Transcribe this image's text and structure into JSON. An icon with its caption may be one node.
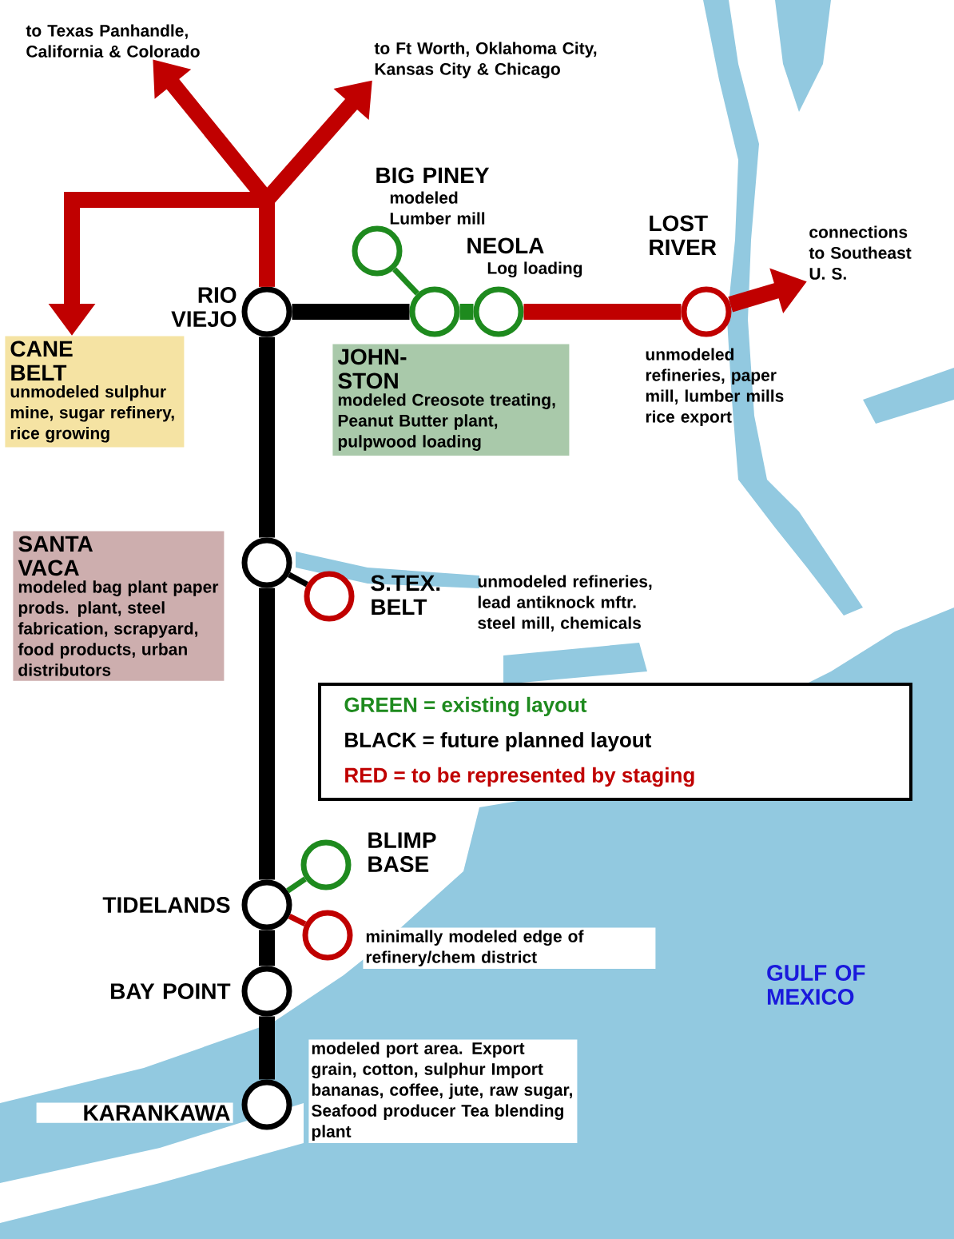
{
  "diagram": {
    "nodes": [
      {
        "text": [],
        "shape": "circle",
        "beside": [
          "RIO VIEJO"
        ]
      },
      {
        "text": [],
        "shape": "circle",
        "beside": [
          "BIG PINEY",
          "modeled Lumber mill"
        ]
      },
      {
        "text": [],
        "shape": "circle"
      },
      {
        "text": [],
        "shape": "circle",
        "beside": [
          "NEOLA",
          "Log loading"
        ]
      },
      {
        "text": [],
        "shape": "circle",
        "beside": [
          "LOST RIVER",
          "unmodeled refineries, paper mill, lumber mills rice export"
        ]
      },
      {
        "text": [],
        "shape": "circle"
      },
      {
        "text": [],
        "shape": "circle",
        "beside": [
          "S.TEX. BELT",
          "unmodeled refineries, lead **antiknock** mftr. steel mill, chemicals"
        ]
      },
      {
        "text": [],
        "shape": "circle",
        "beside": [
          "BLIMP BASE"
        ]
      },
      {
        "text": [],
        "shape": "circle",
        "beside": [
          "TIDELANDS"
        ]
      },
      {
        "text": [],
        "shape": "circle",
        "beside": [
          "minimally modeled edge of refinery/chem district"
        ]
      },
      {
        "text": [],
        "shape": "circle",
        "beside": [
          "BAY POINT"
        ]
      },
      {
        "text": [],
        "shape": "circle",
        "beside": [
          "KARANKAWA",
          "modeled port area. Export grain, cotton, sulphur Import bananas, coffee, jute, raw sugar, Seafood producer Tea blending plant"
        ]
      },
      {
        "text": [
          "CANE BELT",
          "unmodeled sulphur mine, sugar refinery, rice growing"
        ]
      },
      {
        "text": [
          "JOHN-STON",
          "modeled Creosote treating, Peanut Butter plant, pulpwood loading"
        ]
      },
      {
        "text": [
          "SANTA VACA",
          "modeled bag plant paper prods. plant, steel fabrication, scrapyard, food products, urban distributors"
        ]
      },
      {
        "text": [
          "to Texas Panhandle, California & Colorado"
        ]
      },
      {
        "text": [
          "to Ft Worth, Oklahoma City, Kansas City & Chicago"
        ]
      },
      {
        "text": [
          "connections to Southeast U. S."
        ]
      }
    ],
    "edges": [
      {
        "from": 0,
        "to": 5,
        "arrow": "none"
      },
      {
        "from": 5,
        "to": 8,
        "arrow": "none"
      },
      {
        "from": 8,
        "to": 10,
        "arrow": "none"
      },
      {
        "from": 10,
        "to": 11,
        "arrow": "none"
      },
      {
        "from": 0,
        "to": 2,
        "arrow": "none"
      },
      {
        "from": 2,
        "to": 3,
        "arrow": "none",
        "color": "#1e8a1e"
      },
      {
        "from": 3,
        "to": 4,
        "arrow": "none",
        "color": "#c00000"
      },
      {
        "from": 4,
        "to": 17,
        "arrow": "to",
        "color": "#c00000"
      },
      {
        "from": 0,
        "to": 15,
        "arrow": "to",
        "color": "#c00000"
      },
      {
        "from": 0,
        "to": 16,
        "arrow": "to",
        "color": "#c00000"
      },
      {
        "from": 0,
        "to": 12,
        "arrow": "to",
        "color": "#c00000"
      },
      {
        "from": 1,
        "to": 2,
        "arrow": "none",
        "color": "#1e8a1e"
      },
      {
        "from": 5,
        "to": 6,
        "arrow": "none"
      },
      {
        "from": 8,
        "to": 7,
        "arrow": "none",
        "color": "#1e8a1e"
      },
      {
        "from": 8,
        "to": 9,
        "arrow": "none",
        "color": "#c00000"
      }
    ],
    "labels": [
      "GULF OF MEXICO"
    ],
    "legend": [
      {
        "text": "GREEN = existing layout",
        "color": "#1e8a1e"
      },
      {
        "text": "BLACK = future planned layout",
        "color": "#000000"
      },
      {
        "text": "RED = to be represented by staging",
        "color": "#c00000"
      }
    ]
  }
}
